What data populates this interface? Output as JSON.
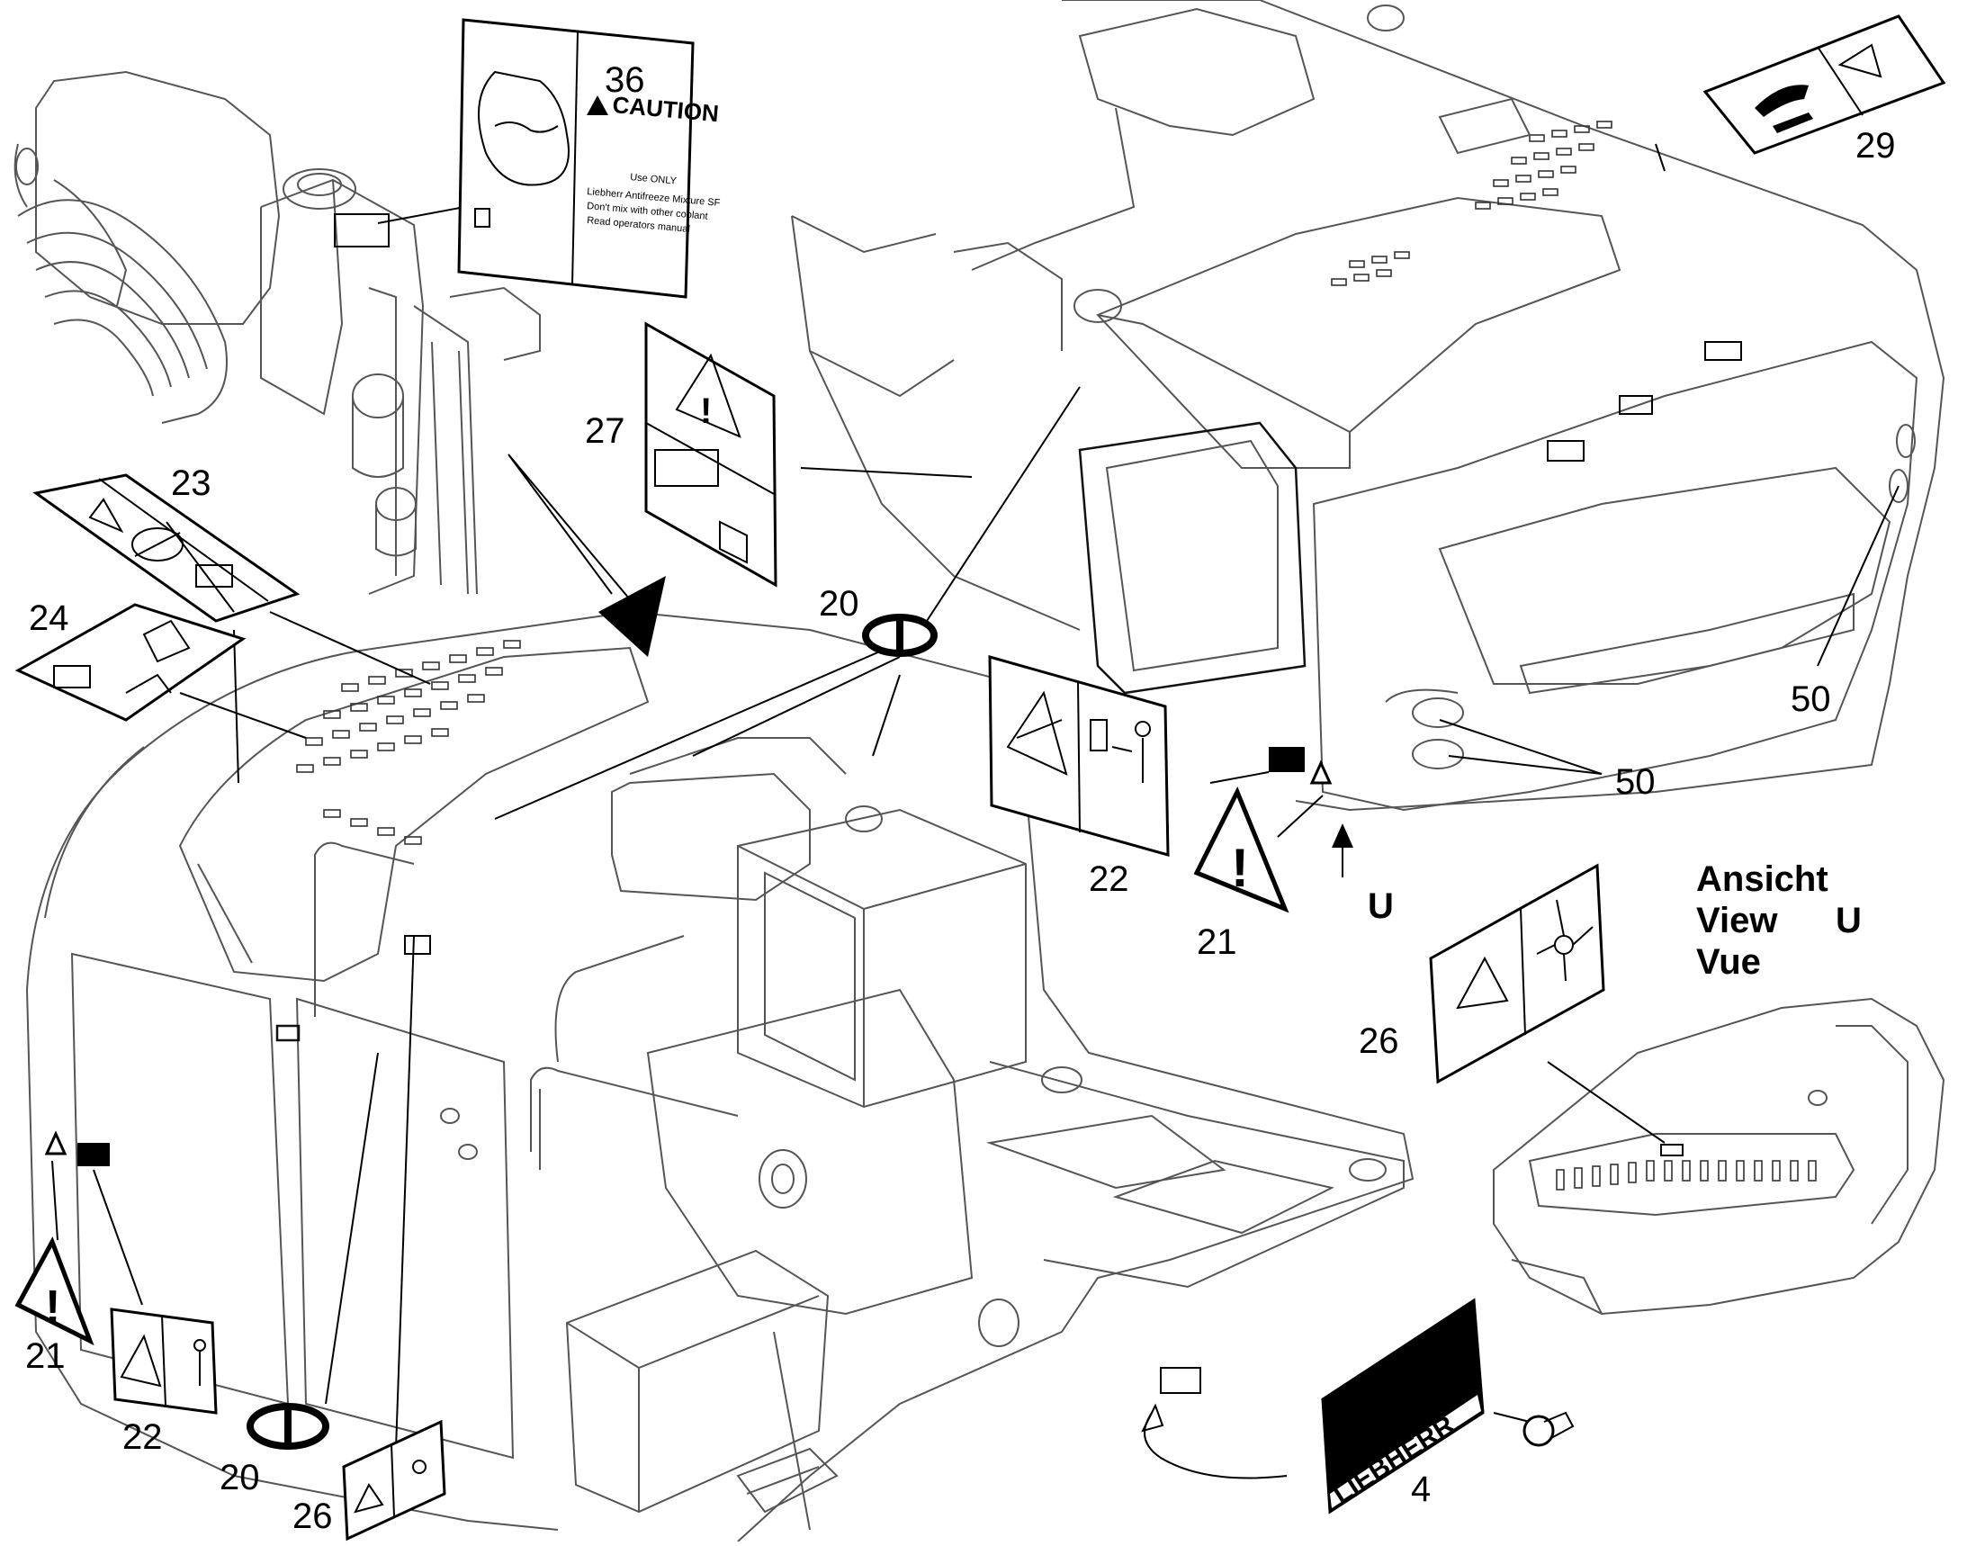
{
  "diagram": {
    "labels": {
      "l4": "4",
      "l20a": "20",
      "l20b": "20",
      "l21a": "21",
      "l21b": "21",
      "l22a": "22",
      "l22b": "22",
      "l23": "23",
      "l24": "24",
      "l26a": "26",
      "l26b": "26",
      "l27": "27",
      "l29": "29",
      "l36": "36",
      "l50a": "50",
      "l50b": "50",
      "lU": "U"
    },
    "view": {
      "line1": "Ansicht",
      "line2": "View",
      "line3": "Vue",
      "letter": "U"
    },
    "caution_decal": {
      "word": "CAUTION",
      "text1": "Use ONLY",
      "text2": "Liebherr Antifreeze Mixture SF",
      "text3": "Don't mix with other coolant",
      "text4": "Read operators manual"
    },
    "nameplate": {
      "brand": "LIEBHERR"
    }
  }
}
